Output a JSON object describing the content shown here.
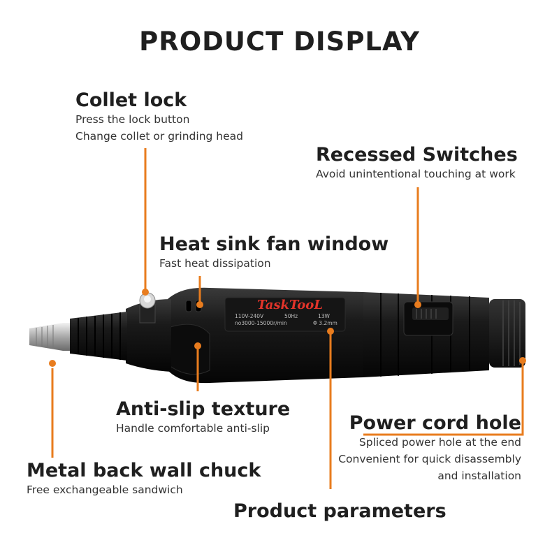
{
  "title": "PRODUCT DISPLAY",
  "accent_color": "#e87c1e",
  "device": {
    "brand": "TaskTooL",
    "spec_voltage": "110V-240V",
    "spec_frequency": "50Hz",
    "spec_power": "13W",
    "spec_speed": "no3000-15000r/min",
    "spec_collet": "Φ 3.2mm"
  },
  "callouts": {
    "collet_lock": {
      "title": "Collet lock",
      "lines": [
        "Press the lock button",
        "Change collet or grinding head"
      ]
    },
    "recessed_switches": {
      "title": "Recessed Switches",
      "lines": [
        "Avoid unintentional touching at work"
      ]
    },
    "heat_sink": {
      "title": "Heat sink fan window",
      "lines": [
        "Fast heat dissipation"
      ]
    },
    "anti_slip": {
      "title": "Anti-slip texture",
      "lines": [
        "Handle comfortable anti-slip"
      ]
    },
    "power_cord": {
      "title": "Power cord hole",
      "lines": [
        "Spliced power hole at the end",
        "Convenient for quick disassembly",
        "and installation"
      ]
    },
    "chuck": {
      "title": "Metal back wall chuck",
      "lines": [
        "Free exchangeable sandwich"
      ]
    },
    "parameters": {
      "title": "Product parameters"
    }
  }
}
